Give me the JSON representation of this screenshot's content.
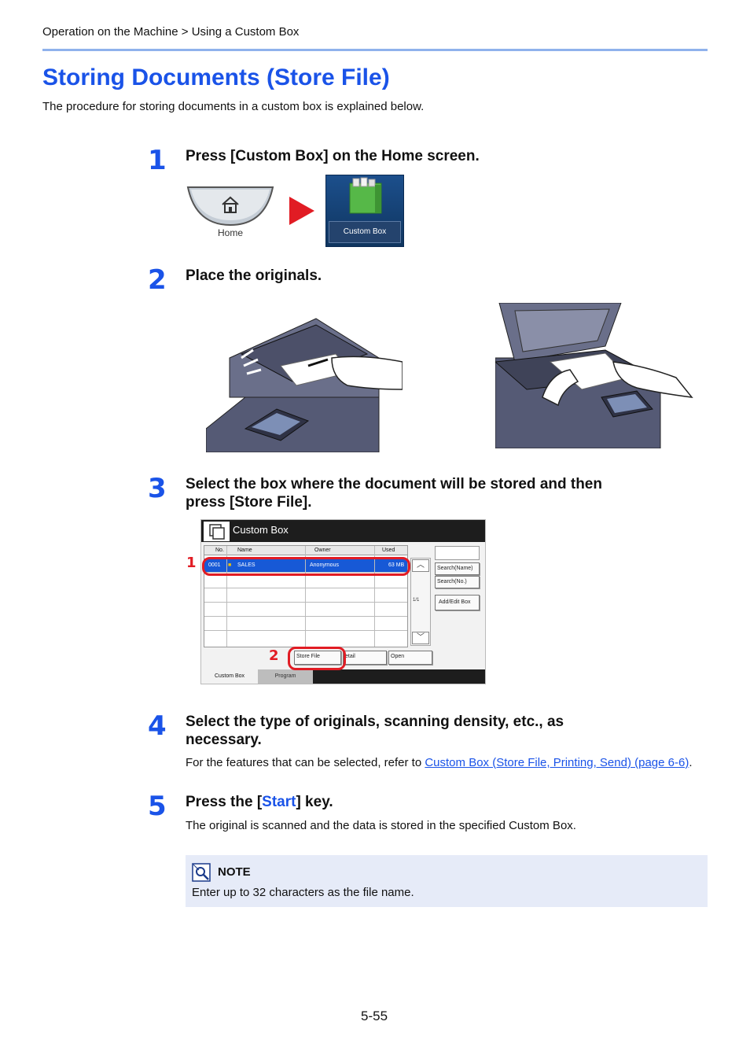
{
  "header": {
    "breadcrumb": "Operation on the Machine > Using a Custom Box"
  },
  "page": {
    "title": "Storing Documents (Store File)",
    "intro": "The procedure for storing documents in a custom box is explained below.",
    "page_number": "5-55"
  },
  "steps": [
    {
      "number": "1",
      "heading": "Press [Custom Box] on the Home screen."
    },
    {
      "number": "2",
      "heading": "Place the originals."
    },
    {
      "number": "3",
      "heading_line1": "Select the box where the document will be stored and then",
      "heading_line2": "press [Store File]."
    },
    {
      "number": "4",
      "heading_line1": "Select the type of originals, scanning density, etc., as",
      "heading_line2": "necessary.",
      "text_before": "For the features that can be selected, refer to ",
      "link": "Custom Box (Store File, Printing, Send) (page 6-6)",
      "text_after": "."
    },
    {
      "number": "5",
      "heading_before": "Press the [",
      "heading_key": "Start",
      "heading_after": "] key.",
      "text": "The original is scanned and the data is stored in the specified Custom Box."
    }
  ],
  "home_button": {
    "label": "Home",
    "icon": "house-icon"
  },
  "custom_box_tile": {
    "label": "Custom Box",
    "icon": "folder-box-icon"
  },
  "screen": {
    "title": "Custom Box",
    "columns": [
      "No.",
      "Name",
      "Owner",
      "Used"
    ],
    "rows": [
      {
        "no": "0001",
        "name": "SALES",
        "owner": "Anonymous",
        "used": "63  MB"
      }
    ],
    "page_indicator": "1/1",
    "side_buttons": [
      "Search(Name)",
      "Search(No.)",
      "Add/Edit Box"
    ],
    "bottom_buttons": [
      "Store File",
      "etail",
      "Open"
    ],
    "tabs": [
      "Custom Box",
      "Program"
    ],
    "callouts": [
      "1",
      "2"
    ]
  },
  "note": {
    "title": "NOTE",
    "text": "Enter up to 32 characters as the file name."
  },
  "colors": {
    "accent": "#1a53e8",
    "highlight": "#e11c24",
    "selection": "#1759d6"
  }
}
